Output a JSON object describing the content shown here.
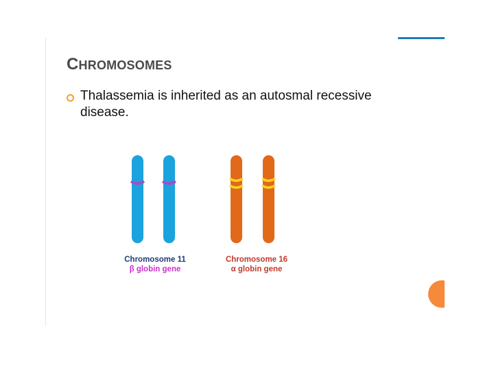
{
  "slide": {
    "title_cap": "C",
    "title_rest": "HROMOSOMES",
    "bullets": [
      "Thalassemia is inherited as an autosmal recessive disease."
    ],
    "figure": {
      "groups": [
        {
          "name": "Chromosome 11",
          "gene": "β globin gene",
          "chromosome_color": "#1aa3dd",
          "band_color": "#a34ec6",
          "name_color": "#1f3c7a",
          "gene_color": "#cc33cc"
        },
        {
          "name": "Chromosome 16",
          "gene": "α globin gene",
          "chromosome_color": "#e0691a",
          "band_color": "#ffd21f",
          "name_color": "#c0392b",
          "gene_color": "#c0392b"
        }
      ]
    },
    "colors": {
      "accent_line": "#1f7bbf",
      "bullet": "#f0a030",
      "corner_circle": "#f58a3b"
    }
  }
}
